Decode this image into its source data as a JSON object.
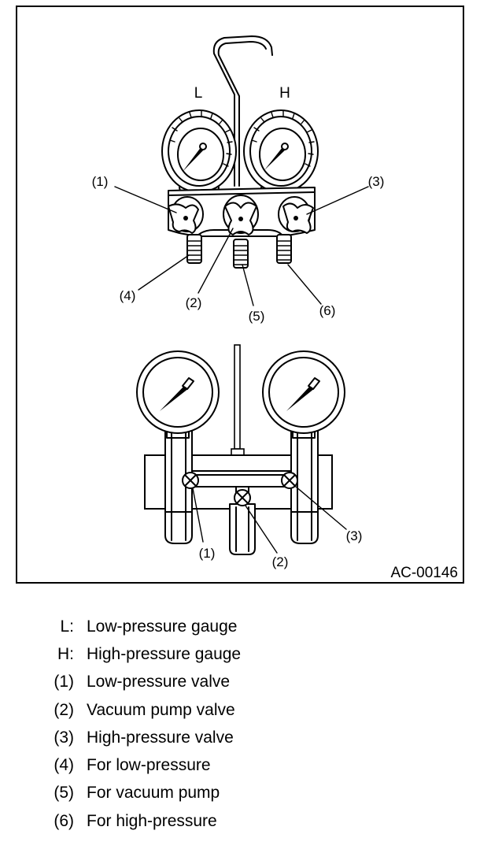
{
  "figure": {
    "code": "AC-00146",
    "top_labels": {
      "L": "L",
      "H": "H",
      "c1": "(1)",
      "c2": "(2)",
      "c3": "(3)",
      "c4": "(4)",
      "c5": "(5)",
      "c6": "(6)"
    },
    "bottom_labels": {
      "c1": "(1)",
      "c2": "(2)",
      "c3": "(3)"
    }
  },
  "legend": [
    {
      "key": "L:",
      "text": "Low-pressure gauge"
    },
    {
      "key": "H:",
      "text": "High-pressure gauge"
    },
    {
      "key": "(1)",
      "text": "Low-pressure valve"
    },
    {
      "key": "(2)",
      "text": "Vacuum pump valve"
    },
    {
      "key": "(3)",
      "text": "High-pressure valve"
    },
    {
      "key": "(4)",
      "text": "For low-pressure"
    },
    {
      "key": "(5)",
      "text": "For vacuum pump"
    },
    {
      "key": "(6)",
      "text": "For high-pressure"
    }
  ]
}
